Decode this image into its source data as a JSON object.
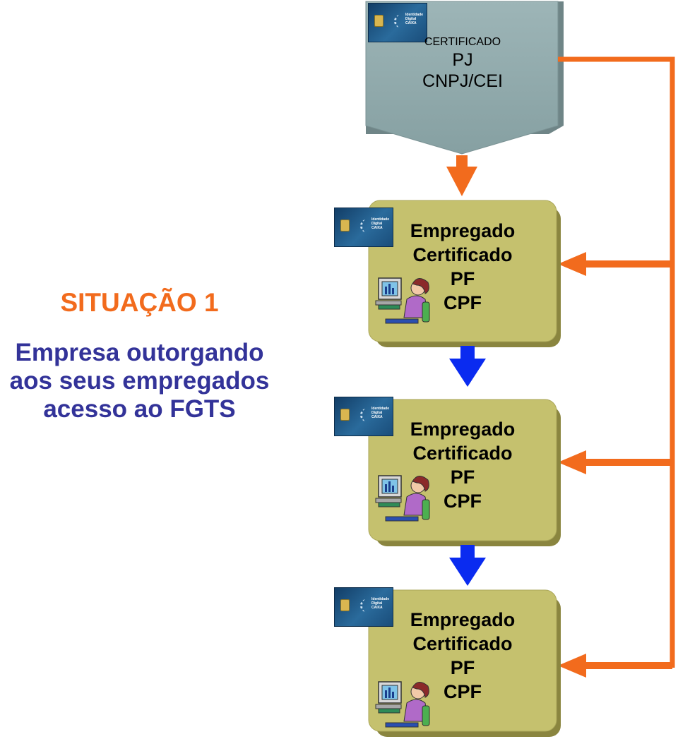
{
  "situation": {
    "title": "SITUAÇÃO 1",
    "desc_lines": [
      "Empresa outorgando",
      "aos seus empregados",
      "acesso ao FGTS"
    ]
  },
  "pj_box": {
    "line1": "CERTIFICADO",
    "line2": "PJ",
    "line3": "CNPJ/CEI"
  },
  "employee_boxes": [
    {
      "line1": "Empregado",
      "line2": "Certificado",
      "line3": "PF",
      "line4": "CPF"
    },
    {
      "line1": "Empregado",
      "line2": "Certificado",
      "line3": "PF",
      "line4": "CPF"
    },
    {
      "line1": "Empregado",
      "line2": "Certificado",
      "line3": "PF",
      "line4": "CPF"
    }
  ],
  "card": {
    "line1": "Identidade",
    "line2": "Digital",
    "line3": "CAIXA"
  },
  "colors": {
    "orange": "#F26B1D",
    "blue_arrow": "#0A2BF0",
    "pj_box": "#8FA9AB",
    "employee_box": "#C5C16E",
    "text_blue": "#333399"
  }
}
